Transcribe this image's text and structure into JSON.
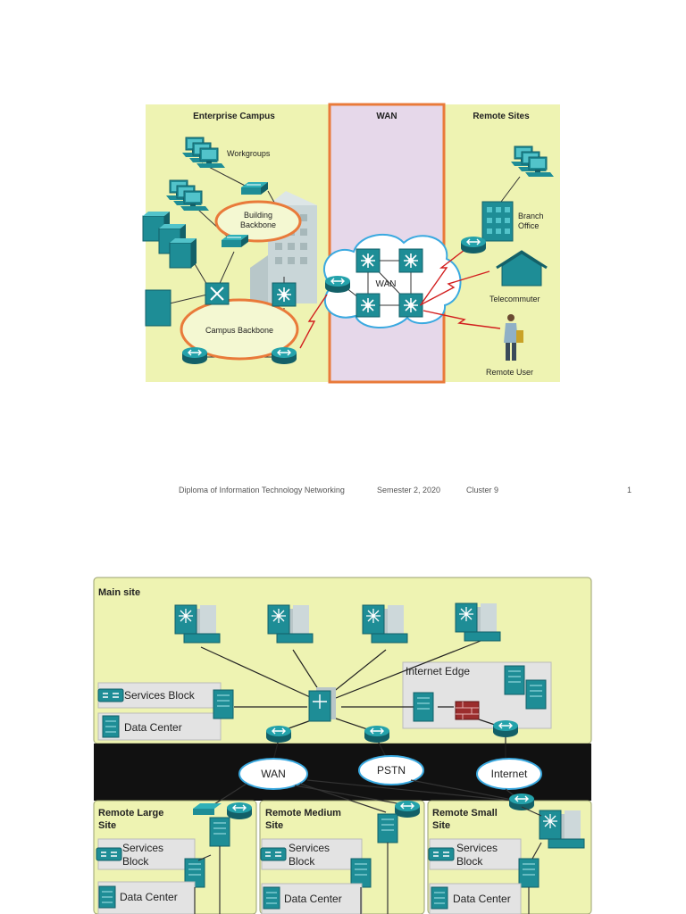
{
  "diagram1": {
    "zones": {
      "campus": "Enterprise Campus",
      "wan": "WAN",
      "remote": "Remote Sites"
    },
    "labels": {
      "workgroups": "Workgroups",
      "building_backbone_1": "Building",
      "building_backbone_2": "Backbone",
      "campus_backbone": "Campus Backbone",
      "wan_cloud": "WAN",
      "branch_office_1": "Branch",
      "branch_office_2": "Office",
      "telecommuter": "Telecommuter",
      "remote_user": "Remote User"
    }
  },
  "footer": {
    "course": "Diploma of Information Technology Networking",
    "semester": "Semester 2, 2020",
    "cluster": "Cluster 9",
    "page": "1"
  },
  "diagram2": {
    "main_site": "Main site",
    "internet_edge": "Internet Edge",
    "services_block": "Services Block",
    "data_center": "Data Center",
    "clouds": {
      "wan": "WAN",
      "pstn": "PSTN",
      "internet": "Internet"
    },
    "remote_large": {
      "title_1": "Remote Large",
      "title_2": "Site",
      "services_1": "Services",
      "services_2": "Block",
      "data_center": "Data Center"
    },
    "remote_medium": {
      "title_1": "Remote Medium",
      "title_2": "Site",
      "services_1": "Services",
      "services_2": "Block",
      "data_center": "Data Center"
    },
    "remote_small": {
      "title_1": "Remote Small",
      "title_2": "Site",
      "services_1": "Services",
      "services_2": "Block",
      "data_center": "Data Center"
    }
  },
  "colors": {
    "zone_bg": "#eef3b2",
    "wan_zone": "#e6d8ea",
    "wan_border": "#e97a3a",
    "device": "#1e8d96",
    "device_dark": "#136068",
    "link_red": "#d21e1e",
    "band_black": "#111111",
    "services_box": "#e3e3e3"
  }
}
